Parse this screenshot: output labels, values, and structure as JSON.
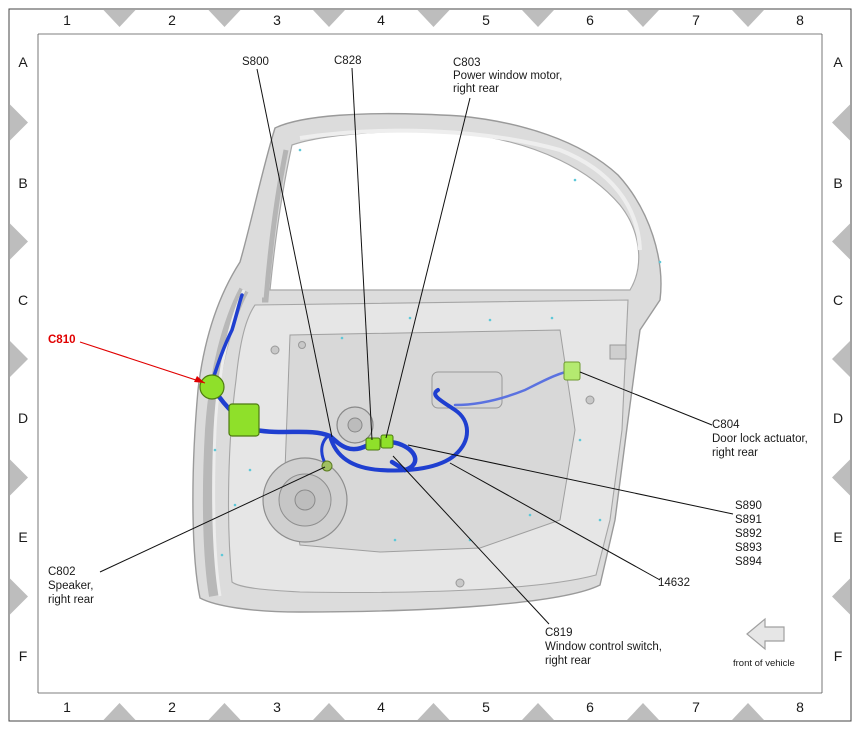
{
  "grid": {
    "columns": [
      "1",
      "2",
      "3",
      "4",
      "5",
      "6",
      "7",
      "8"
    ],
    "rows": [
      "A",
      "B",
      "C",
      "D",
      "E",
      "F"
    ]
  },
  "callouts": {
    "s800": "S800",
    "c828": "C828",
    "c803": [
      "C803",
      "Power window motor,",
      "right rear"
    ],
    "c810": "C810",
    "c804": [
      "C804",
      "Door lock actuator,",
      "right rear"
    ],
    "splices": [
      "S890",
      "S891",
      "S892",
      "S893",
      "S894"
    ],
    "c802": [
      "C802",
      "Speaker,",
      "right rear"
    ],
    "harness": "14632",
    "c819": [
      "C819",
      "Window control switch,",
      "right rear"
    ]
  },
  "front_indicator": "front of vehicle",
  "colors": {
    "harness": "#1f3fd0",
    "connector": "#8fe02a",
    "highlight": "#e00000",
    "panel": "#dcdcdc",
    "frame_marker": "#bdbdbd"
  },
  "icons": {
    "front_arrow": "left-arrow-icon"
  }
}
